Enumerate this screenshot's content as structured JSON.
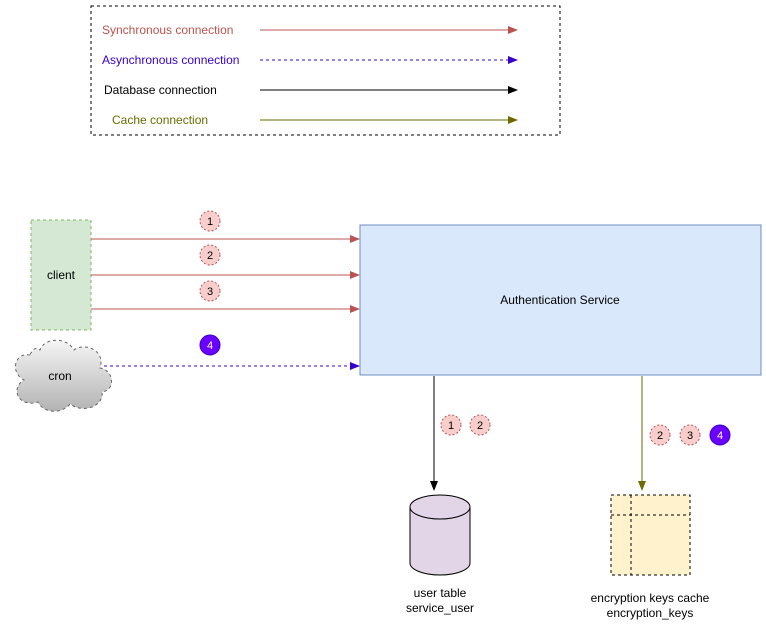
{
  "legend": {
    "items": [
      {
        "label": "Synchronous connection",
        "color": "#b85450",
        "style": "solid"
      },
      {
        "label": "Asynchronous connection",
        "color": "#3700cc",
        "style": "dashed"
      },
      {
        "label": "Database connection",
        "color": "#000000",
        "style": "solid"
      },
      {
        "label": "Cache connection",
        "color": "#6b6b00",
        "style": "solid"
      }
    ]
  },
  "nodes": {
    "client": {
      "label": "client",
      "fill": "#d5e8d4"
    },
    "cron": {
      "label": "cron"
    },
    "auth_service": {
      "label": "Authentication Service",
      "fill": "#dae8fc"
    },
    "database": {
      "line1": "user table",
      "line2": "service_user",
      "fill": "#e1d5e7"
    },
    "cache": {
      "line1": "encryption keys cache",
      "line2": "encryption_keys",
      "fill": "#fff2cc"
    }
  },
  "badges": {
    "client_1": "1",
    "client_2": "2",
    "client_3": "3",
    "cron_4": "4",
    "db_1": "1",
    "db_2": "2",
    "cache_2": "2",
    "cache_3": "3",
    "cache_4": "4"
  },
  "colors": {
    "sync": "#b85450",
    "async": "#3700cc",
    "database": "#000000",
    "cache": "#6b6b00",
    "badge_sync_fill": "#f8cecc",
    "badge_sync_stroke": "#b85450",
    "badge_async_fill": "#6a00ff"
  }
}
